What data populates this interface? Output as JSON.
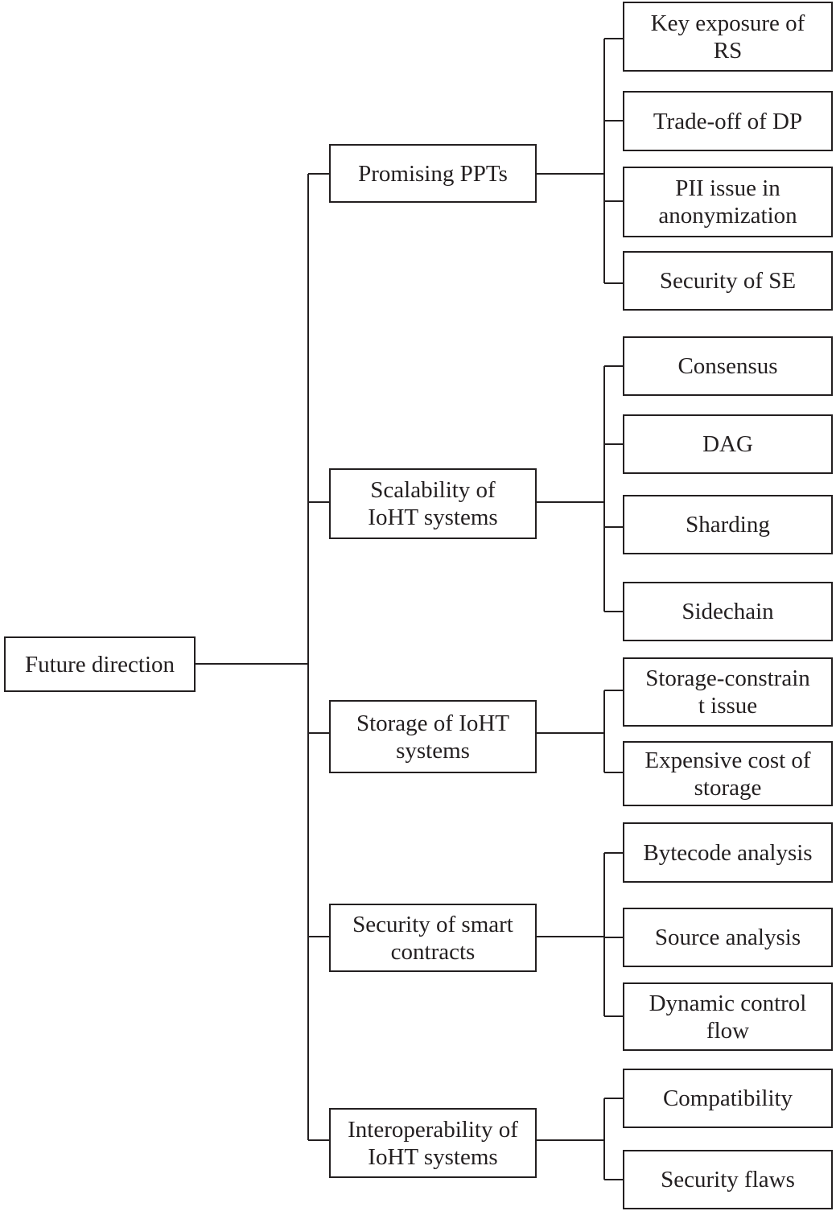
{
  "colors": {
    "line": "#231f20",
    "box_border": "#231f20",
    "text": "#231f20",
    "background": "#ffffff"
  },
  "root": {
    "label": "Future direction"
  },
  "branches": [
    {
      "label": "Promising PPTs",
      "children": [
        "Key exposure of RS",
        "Trade-off of DP",
        "PII issue in anonymization",
        "Security of SE"
      ]
    },
    {
      "label": "Scalability of IoHT systems",
      "children": [
        "Consensus",
        "DAG",
        "Sharding",
        "Sidechain"
      ]
    },
    {
      "label": "Storage of IoHT systems",
      "children": [
        "Storage-constraint issue",
        "Expensive cost of storage"
      ]
    },
    {
      "label": "Security of smart contracts",
      "children": [
        "Bytecode analysis",
        "Source analysis",
        "Dynamic control flow"
      ]
    },
    {
      "label": "Interoperability of IoHT systems",
      "children": [
        "Compatibility",
        "Security flaws"
      ]
    }
  ]
}
